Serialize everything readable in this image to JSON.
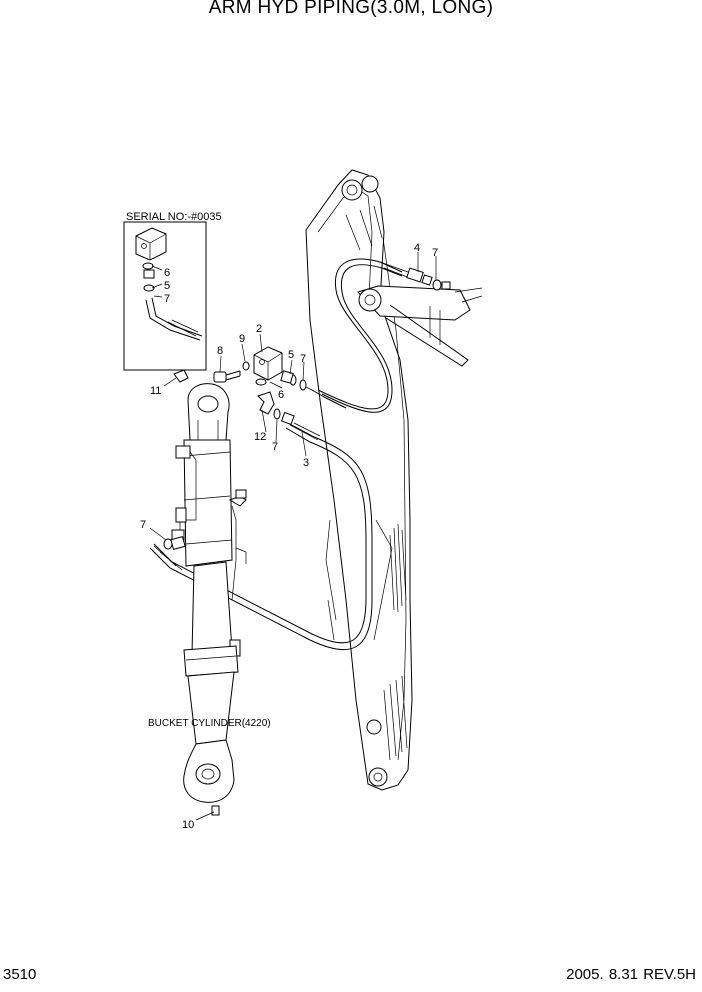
{
  "title": "ARM HYD PIPING(3.0M, LONG)",
  "page_number": "3510",
  "revision": "2005. 8.31  REV.5H",
  "serial_note": "SERIAL NO:-#0035",
  "bucket_cylinder_label": "BUCKET CYLINDER(4220)",
  "inset_callouts": [
    "6",
    "5",
    "7"
  ],
  "callouts": {
    "c1": "2",
    "c2": "9",
    "c3": "8",
    "c4": "11",
    "c5": "5",
    "c6": "7",
    "c7": "6",
    "c8": "12",
    "c9": "7",
    "c10": "3",
    "c11": "4",
    "c12": "7",
    "c13": "7",
    "c14": "10"
  }
}
